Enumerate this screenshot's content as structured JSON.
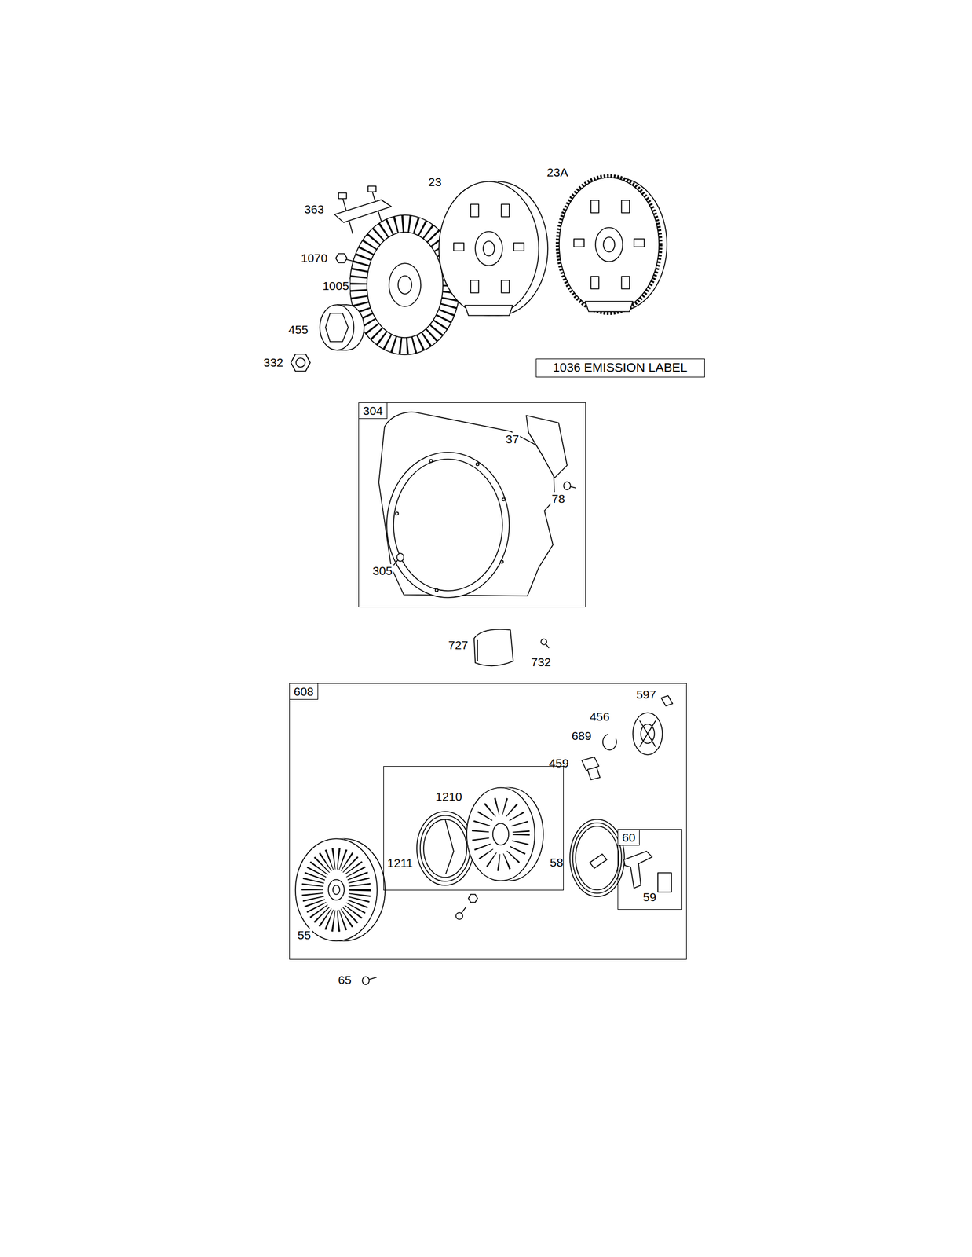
{
  "diagram": {
    "nodes": [
      {
        "text": [
          "1036 EMISSION LABEL"
        ]
      },
      {
        "text": [
          "304",
          "37",
          "78",
          "305"
        ]
      },
      {
        "text": [
          "608",
          "597",
          "456",
          "689",
          "459",
          "58",
          "55"
        ]
      },
      {
        "text": [
          "1210",
          "1211"
        ],
        "in": 2
      },
      {
        "text": [
          "60",
          "59"
        ],
        "in": 2
      }
    ],
    "labels": [
      "363",
      "23",
      "23A",
      "1070",
      "1005",
      "455",
      "332",
      "727",
      "732",
      "65"
    ]
  }
}
